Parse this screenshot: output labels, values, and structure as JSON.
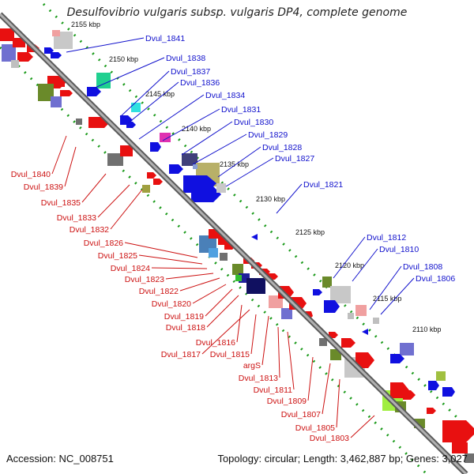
{
  "title": "Desulfovibrio vulgaris subsp. vulgaris DP4, complete genome",
  "accession": "Accession: NC_008751",
  "summary": "Topology: circular; Length: 3,462,887 bp; Genes: 3,027",
  "colors": {
    "backbone": "#888888",
    "forward_label": "#1010cc",
    "reverse_label": "#cc1010",
    "tick": "#1a9a1a"
  },
  "ruler": [
    "2155 kbp",
    "2150 kbp",
    "2145 kbp",
    "2140 kbp",
    "2135 kbp",
    "2130 kbp",
    "2125 kbp",
    "2120 kbp",
    "2115 kbp",
    "2110 kbp"
  ],
  "forward_genes": [
    "Dvul_1841",
    "Dvul_1838",
    "Dvul_1837",
    "Dvul_1836",
    "Dvul_1834",
    "Dvul_1831",
    "Dvul_1830",
    "Dvul_1829",
    "Dvul_1828",
    "Dvul_1827",
    "Dvul_1821",
    "Dvul_1812",
    "Dvul_1810",
    "Dvul_1808",
    "Dvul_1806"
  ],
  "reverse_genes": [
    "Dvul_1840",
    "Dvul_1839",
    "Dvul_1835",
    "Dvul_1833",
    "Dvul_1832",
    "Dvul_1826",
    "Dvul_1825",
    "Dvul_1824",
    "Dvul_1823",
    "Dvul_1822",
    "Dvul_1820",
    "Dvul_1819",
    "Dvul_1818",
    "Dvul_1816",
    "Dvul_1817",
    "Dvul_1815",
    "argS",
    "Dvul_1813",
    "Dvul_1811",
    "Dvul_1809",
    "Dvul_1807",
    "Dvul_1805",
    "Dvul_1803"
  ]
}
